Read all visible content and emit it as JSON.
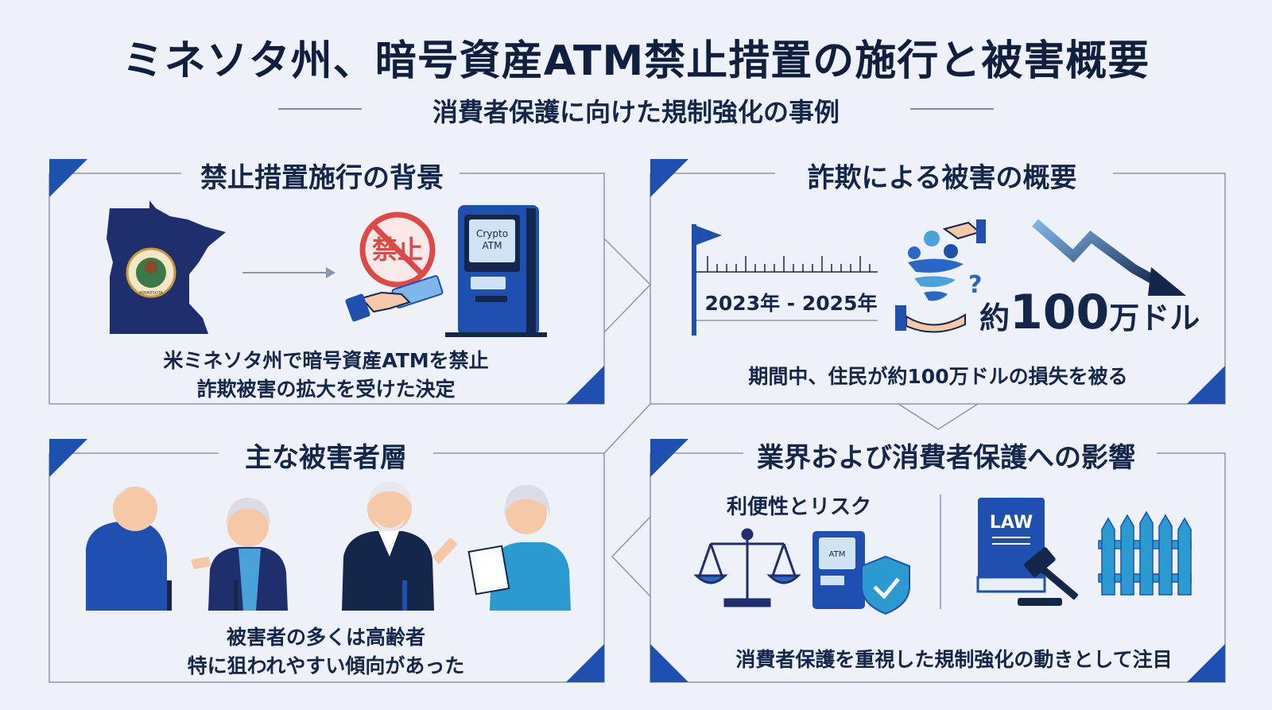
{
  "header": {
    "title": "ミネソタ州、暗号資産ATM禁止措置の施行と被害概要",
    "subtitle": "消費者保護に向けた規制強化の事例"
  },
  "panels": {
    "background": {
      "title": "禁止措置施行の背景",
      "ban_label": "禁止",
      "atm_label_1": "Crypto",
      "atm_label_2": "ATM",
      "state_label": "MINNESOTA",
      "caption_1": "米ミネソタ州で暗号資産ATMを禁止",
      "caption_2": "詐欺被害の拡大を受けた決定"
    },
    "damage": {
      "title": "詐欺による被害の概要",
      "period": "2023年 - 2025年",
      "amount_prefix": "約",
      "amount_number": "100",
      "amount_suffix": "万ドル",
      "question_mark": "?",
      "caption": "期間中、住民が約100万ドルの損失を被る"
    },
    "victims": {
      "title": "主な被害者層",
      "caption_1": "被害者の多くは高齢者",
      "caption_2": "特に狙われやすい傾向があった"
    },
    "impact": {
      "title": "業界および消費者保護への影響",
      "convenience_label": "利便性とリスク",
      "atm_label": "ATM",
      "law_label": "LAW",
      "caption": "消費者保護を重視した規制強化の動きとして注目"
    }
  },
  "colors": {
    "navy": "#14264a",
    "blue": "#1f4fb0",
    "mid_blue": "#2a66c8",
    "light_blue": "#4aa3d8",
    "red": "#e04848",
    "frame": "#8a97b0"
  },
  "icons": [
    "minnesota-map-icon",
    "arrow-right-icon",
    "ban-icon",
    "hand-money-icon",
    "crypto-atm-icon",
    "flag-icon",
    "timeline-icon",
    "tornado-coins-icon",
    "hand-icon",
    "trend-down-arrow-icon",
    "elderly-man-icon",
    "elderly-woman-icon",
    "scales-icon",
    "atm-icon",
    "shield-check-icon",
    "law-book-icon",
    "gavel-icon",
    "fence-icon"
  ]
}
